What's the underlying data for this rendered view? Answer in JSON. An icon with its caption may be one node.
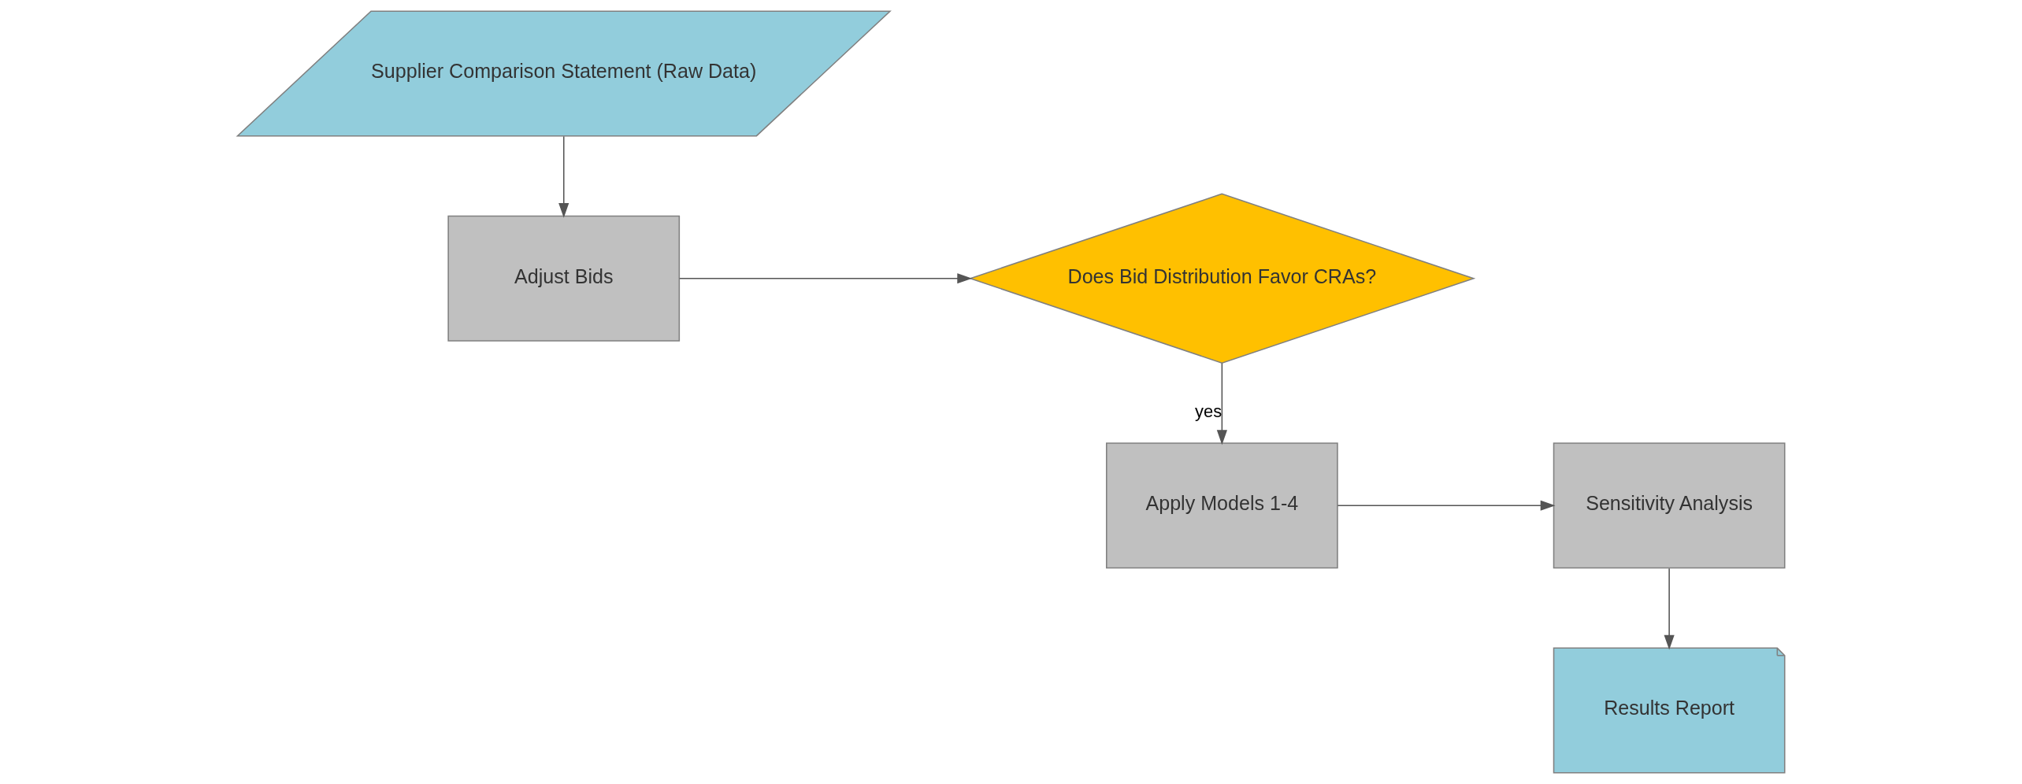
{
  "diagram": {
    "nodes": [
      {
        "text": [
          "Supplier Comparison Statement (Raw Data)"
        ]
      },
      {
        "text": [
          "Adjust Bids"
        ]
      },
      {
        "text": [
          "Does Bid Distribution Favor CRAs?"
        ]
      },
      {
        "text": [
          "Apply Models 1-4"
        ]
      },
      {
        "text": [
          "Sensitivity Analysis"
        ]
      },
      {
        "text": [
          "Results Report"
        ]
      }
    ],
    "edges": [
      {
        "from": 0,
        "to": 1,
        "arrow": "to"
      },
      {
        "from": 1,
        "to": 2,
        "arrow": "to"
      },
      {
        "from": 2,
        "to": 3,
        "arrow": "to",
        "label": "yes"
      },
      {
        "from": 3,
        "to": 4,
        "arrow": "to"
      },
      {
        "from": 4,
        "to": 5,
        "arrow": "to"
      }
    ]
  }
}
